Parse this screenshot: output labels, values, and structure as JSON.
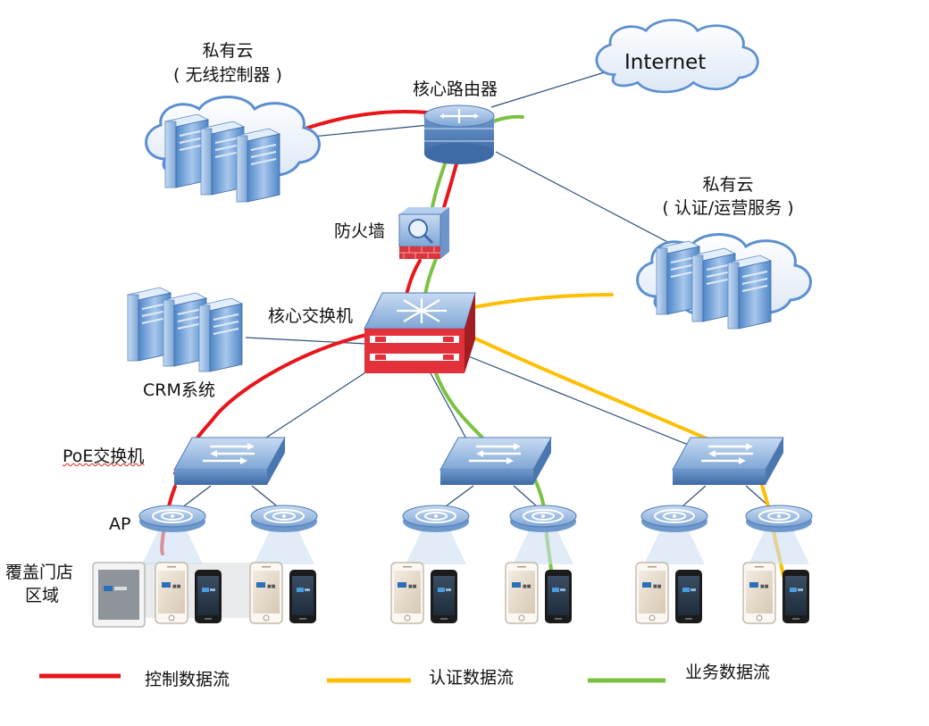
{
  "labels": {
    "private_cloud_1_title": "私有云",
    "private_cloud_1_sub": "( 无线控制器 )",
    "core_router": "核心路由器",
    "internet": "Internet",
    "private_cloud_2_title": "私有云",
    "private_cloud_2_sub": "( 认证/运营服务 )",
    "firewall": "防火墙",
    "core_switch": "核心交换机",
    "crm": "CRM系统",
    "poe_switch": "PoE交换机",
    "ap": "AP",
    "coverage_line1": "覆盖门店",
    "coverage_line2": "区域"
  },
  "legend": [
    {
      "label": "控制数据流",
      "color": "#e8151b"
    },
    {
      "label": "认证数据流",
      "color": "#ffbf00"
    },
    {
      "label": "业务数据流",
      "color": "#7cc242"
    }
  ],
  "colors": {
    "control_flow": "#e8151b",
    "auth_flow": "#ffbf00",
    "business_flow": "#7cc242",
    "link": "#2f4d7a",
    "device_blue": "#8fb3de",
    "device_red": "#e2313a"
  },
  "icons": {
    "cloud": "cloud-icon",
    "server": "server-icon",
    "router": "router-icon",
    "firewall": "firewall-icon",
    "core_switch": "core-switch-icon",
    "poe_switch": "poe-switch-icon",
    "ap": "access-point-icon",
    "phone": "phone-icon",
    "tablet": "tablet-icon"
  }
}
